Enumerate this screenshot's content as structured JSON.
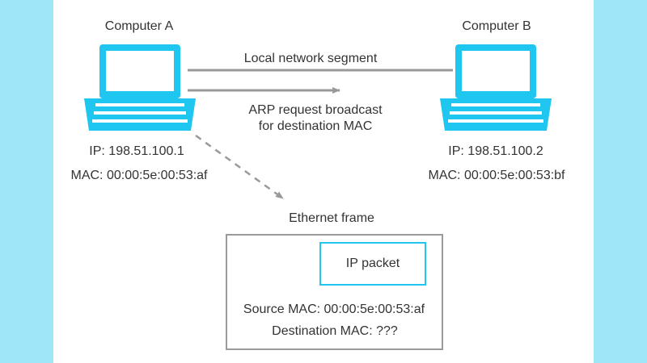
{
  "computer_a": {
    "title": "Computer A",
    "ip": "IP: 198.51.100.1",
    "mac": "MAC: 00:00:5e:00:53:af"
  },
  "computer_b": {
    "title": "Computer B",
    "ip": "IP: 198.51.100.2",
    "mac": "MAC: 00:00:5e:00:53:bf"
  },
  "segment_label": "Local network segment",
  "arp_label_line1": "ARP request broadcast",
  "arp_label_line2": "for destination MAC",
  "frame": {
    "title": "Ethernet frame",
    "packet_label": "IP packet",
    "source_mac": "Source MAC: 00:00:5e:00:53:af",
    "destination_mac": "Destination MAC: ???"
  },
  "colors": {
    "background_side": "#9fe6f8",
    "panel": "#ffffff",
    "laptop_accent": "#1fc6ef",
    "line_gray": "#9a9a9a",
    "text": "#333333"
  }
}
